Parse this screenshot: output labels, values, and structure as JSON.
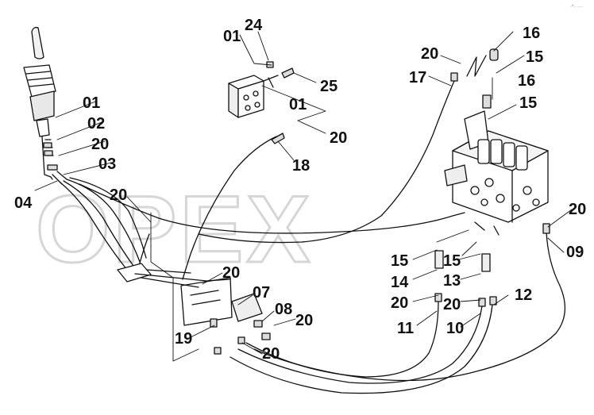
{
  "watermark": {
    "text": "OPEX"
  },
  "corner_mark": "·*· ····",
  "callouts": {
    "c01a": "01",
    "c24": "24",
    "c25": "25",
    "c01b": "01",
    "c20a": "20",
    "c18": "18",
    "c20b": "20",
    "c17": "17",
    "c16a": "16",
    "c15a": "15",
    "c16b": "16",
    "c15b": "15",
    "c01c": "01",
    "c02": "02",
    "c20c": "20",
    "c03": "03",
    "c04": "04",
    "c20d": "20",
    "c20e": "20",
    "c09": "09",
    "c15c": "15",
    "c15d": "15",
    "c14": "14",
    "c13": "13",
    "c20f": "20",
    "c20g": "20",
    "c12": "12",
    "c11": "11",
    "c10": "10",
    "c20h": "20",
    "c07": "07",
    "c08": "08",
    "c20i": "20",
    "c19": "19",
    "c20j": "20"
  }
}
